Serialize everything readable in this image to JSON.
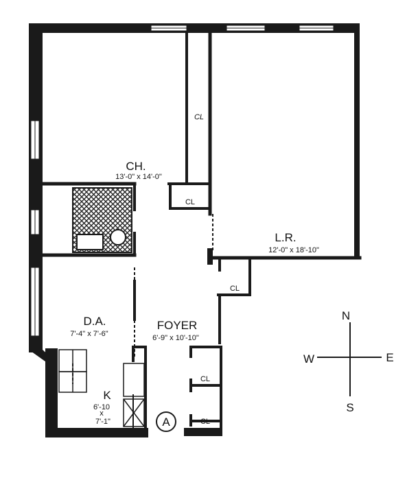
{
  "rooms": {
    "ch": {
      "name": "CH.",
      "dims": "13'-0\" x 14'-0\""
    },
    "lr": {
      "name": "L.R.",
      "dims": "12'-0\" x 18'-10\""
    },
    "da": {
      "name": "D.A.",
      "dims": "7'-4\" x 7'-6\""
    },
    "foyer": {
      "name": "FOYER",
      "dims": "6'-9\" x 10'-10\""
    },
    "k": {
      "name": "K",
      "dims_top": "6'-10",
      "dims_x": "x",
      "dims_bottom": "7'-1\""
    }
  },
  "closets": {
    "c1": "CL",
    "c2": "CL",
    "c3": "CL",
    "c4": "CL",
    "c5": "CL"
  },
  "unit_mark": "A",
  "compass": {
    "n": "N",
    "s": "S",
    "e": "E",
    "w": "W"
  },
  "colors": {
    "wall": "#1a1a1a",
    "paper": "#ffffff"
  }
}
